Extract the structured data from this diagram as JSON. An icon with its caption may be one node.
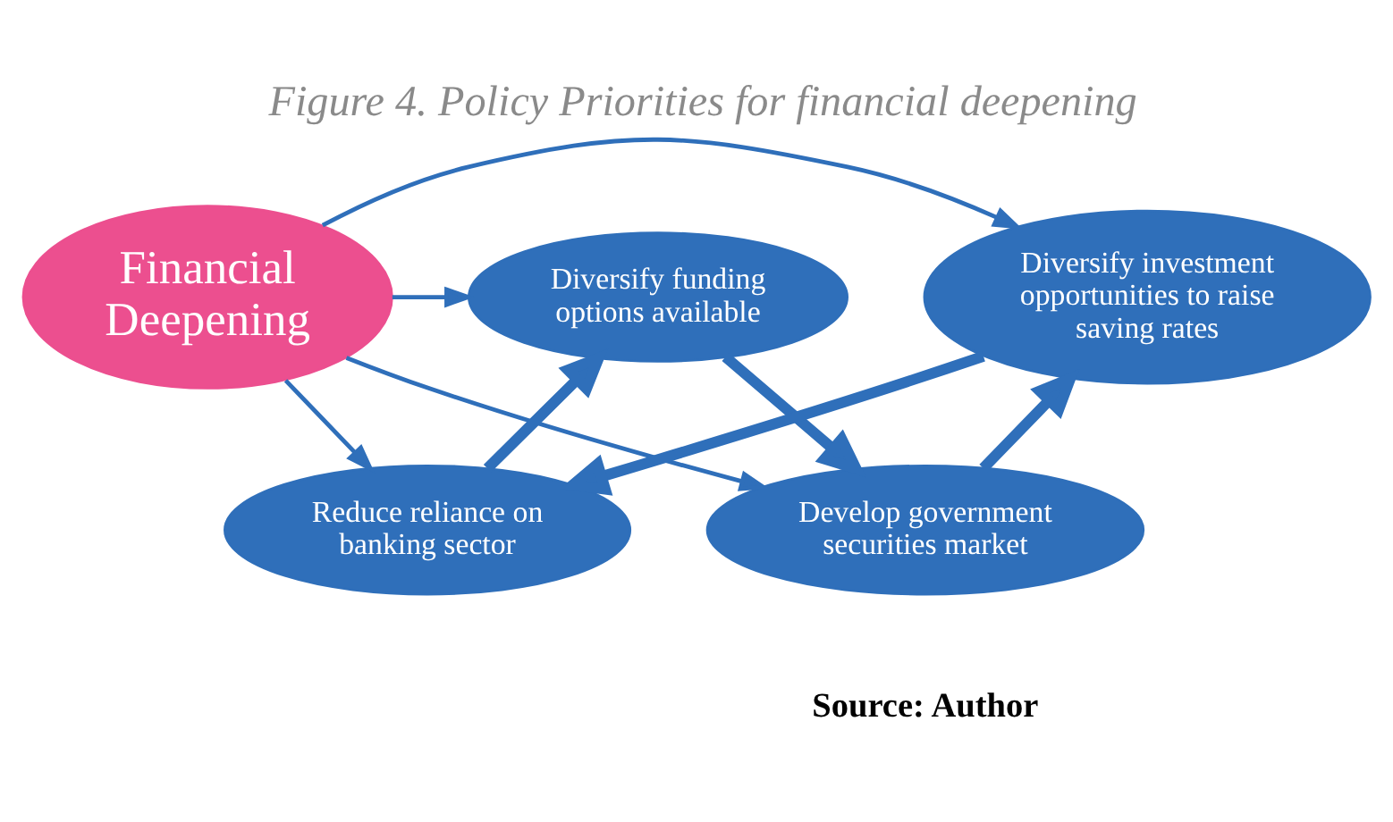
{
  "diagram": {
    "title": "Figure 4. Policy Priorities for financial deepening",
    "nodes": [
      {
        "text": [
          "Financial Deepening"
        ]
      },
      {
        "text": [
          "Reduce reliance on banking sector"
        ]
      },
      {
        "text": [
          "Diversify funding options available"
        ]
      },
      {
        "text": [
          "Develop government securities market"
        ]
      },
      {
        "text": [
          "Diversify investment opportunities to raise saving rates"
        ]
      }
    ],
    "edges": [
      {
        "from": 0,
        "to": 1,
        "arrow": "to"
      },
      {
        "from": 0,
        "to": 2,
        "arrow": "to"
      },
      {
        "from": 0,
        "to": 3,
        "arrow": "to"
      },
      {
        "from": 0,
        "to": 4,
        "arrow": "to"
      },
      {
        "from": 1,
        "to": 2,
        "arrow": "to",
        "style": "thick"
      },
      {
        "from": 2,
        "to": 3,
        "arrow": "to",
        "style": "thick"
      },
      {
        "from": 3,
        "to": 4,
        "arrow": "to",
        "style": "thick"
      },
      {
        "from": 4,
        "to": 1,
        "arrow": "to",
        "style": "thick"
      }
    ],
    "labels": [
      "Source: Author"
    ]
  }
}
